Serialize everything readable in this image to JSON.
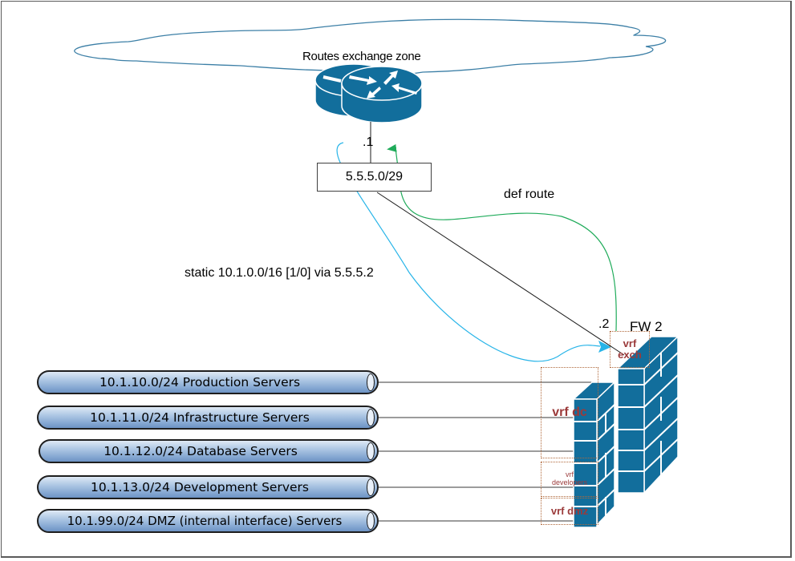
{
  "diagram": {
    "title": "Routes exchange zone",
    "router": {
      "name": "router-icon",
      "interface_label": ".1"
    },
    "transit_subnet": "5.5.5.0/29",
    "firewall": {
      "name": "FW 2",
      "interface_label": ".2"
    },
    "routes": {
      "default": {
        "label": "def route",
        "color": "#1fab5a"
      },
      "static": {
        "label": "static 10.1.0.0/16 [1/0] via 5.5.5.2",
        "color": "#27b4e8"
      }
    },
    "vrfs": {
      "exch": "vrf exch",
      "exch_lines": [
        "vrf",
        "exch"
      ],
      "dc": "vrf dc",
      "developers_lines": [
        "vrf",
        "developers"
      ],
      "dmz": "vrf dmz"
    },
    "networks": [
      {
        "label": "10.1.10.0/24 Production Servers",
        "vrf": "vrf dc"
      },
      {
        "label": "10.1.11.0/24 Infrastructure Servers",
        "vrf": "vrf dc"
      },
      {
        "label": "10.1.12.0/24 Database Servers",
        "vrf": "vrf dc"
      },
      {
        "label": "10.1.13.0/24 Development Servers",
        "vrf": "vrf developers"
      },
      {
        "label": "10.1.99.0/24 DMZ (internal interface) Servers",
        "vrf": "vrf dmz"
      }
    ],
    "colors": {
      "device_blue": "#126e9c",
      "cloud_stroke": "#3c7fa6",
      "vrf_border": "#b0683a",
      "vrf_text": "#9b3a3a"
    }
  }
}
